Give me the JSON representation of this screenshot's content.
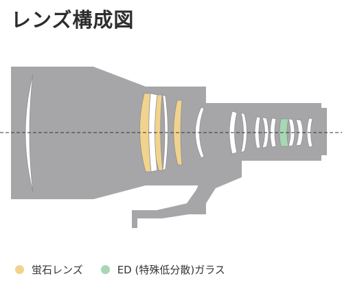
{
  "title": "レンズ構成図",
  "colors": {
    "barrel": "#a6a6a8",
    "lens_plain": "#ffffff",
    "lens_fluorite": "#f1d38e",
    "lens_ed": "#a7d7b3",
    "axis": "#333333",
    "lens_edge": "#8f8f91"
  },
  "legend": [
    {
      "label": "蛍石レンズ",
      "color": "#f1d38e",
      "kind": "fluorite"
    },
    {
      "label": "ED (特殊低分散)ガラス",
      "color": "#a7d7b3",
      "kind": "ed"
    }
  ]
}
